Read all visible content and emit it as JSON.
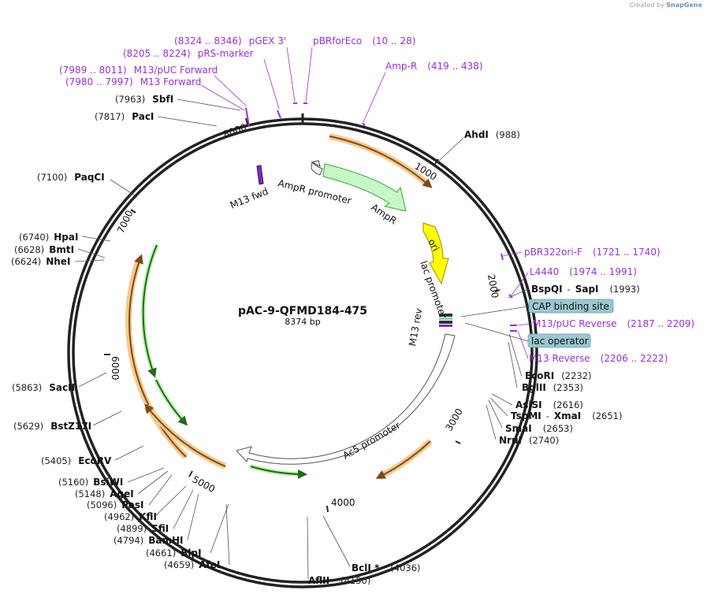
{
  "credit": {
    "prefix": "Created by",
    "brand": "SnapGene"
  },
  "plasmid": {
    "name": "pAC-9-QFMD184-475",
    "size": "8374 bp"
  },
  "ticks": [
    "1000",
    "2000",
    "3000",
    "4000",
    "5000",
    "6000",
    "7000",
    "8000"
  ],
  "features": {
    "m13_fwd": "M13 fwd",
    "ampr_promoter": "AmpR promoter",
    "ampr": "AmpR",
    "ori": "ori",
    "lac_promoter": "lac promoter",
    "m13_rev": "M13 rev",
    "ac5_promoter": "Ac5 promoter"
  },
  "sites": {
    "ahdi": {
      "name": "AhdI",
      "pos": "(988)"
    },
    "bspqi": {
      "name": "BspQI",
      "sep": "-",
      "name2": "SapI",
      "pos": "(1993)"
    },
    "ecori": {
      "name": "EcoRI",
      "pos": "(2232)"
    },
    "bglii": {
      "name": "BglII",
      "pos": "(2353)"
    },
    "asisi": {
      "name": "AsiSI",
      "pos": "(2616)"
    },
    "tspmi": {
      "name": "TspMI",
      "sep": "-",
      "name2": "XmaI",
      "pos": "(2651)"
    },
    "smai": {
      "name": "SmaI",
      "pos": "(2653)"
    },
    "nrui": {
      "name": "NruI",
      "pos": "(2740)"
    },
    "bcli": {
      "name": "BclI *",
      "pos": "(4036)"
    },
    "aflii": {
      "name": "AflII",
      "pos": "(4150)"
    },
    "afei": {
      "name": "AfeI",
      "pos": "(4659)"
    },
    "blpi": {
      "name": "BlpI",
      "pos": "(4661)"
    },
    "bamhi": {
      "name": "BamHI",
      "pos": "(4794)"
    },
    "sfii": {
      "name": "SfiI",
      "pos": "(4899)"
    },
    "kfli": {
      "name": "KflI",
      "pos": "(4962)"
    },
    "pasi": {
      "name": "PasI",
      "pos": "(5096)"
    },
    "agei": {
      "name": "AgeI",
      "pos": "(5148)"
    },
    "bsiwi": {
      "name": "BsiWI",
      "pos": "(5160)"
    },
    "ecorv": {
      "name": "EcoRV",
      "pos": "(5405)"
    },
    "bstz17i": {
      "name": "BstZ17I",
      "pos": "(5629)"
    },
    "sacii": {
      "name": "SacII",
      "pos": "(5863)"
    },
    "nhei": {
      "name": "NheI",
      "pos": "(6624)"
    },
    "bmti": {
      "name": "BmtI",
      "pos": "(6628)"
    },
    "hpai": {
      "name": "HpaI",
      "pos": "(6740)"
    },
    "paqci": {
      "name": "PaqCI",
      "pos": "(7100)"
    },
    "paci": {
      "name": "PacI",
      "pos": "(7817)"
    },
    "sbfi": {
      "name": "SbfI",
      "pos": "(7963)"
    }
  },
  "primers": {
    "pgex3": {
      "range": "(8324 .. 8346)",
      "name": "pGEX 3'"
    },
    "pbrforeco": {
      "name": "pBRforEco",
      "range": "(10 .. 28)"
    },
    "rsmarker": {
      "range": "(8205 .. 8224)",
      "name": "pRS-marker"
    },
    "ampr_primer": {
      "name": "Amp-R",
      "range": "(419 .. 438)"
    },
    "m13puc_fwd": {
      "range": "(7989 .. 8011)",
      "name": "M13/pUC Forward"
    },
    "m13_forward": {
      "range": "(7980 .. 7997)",
      "name": "M13 Forward"
    },
    "pbr322ori": {
      "name": "pBR322ori-F",
      "range": "(1721 .. 1740)"
    },
    "l4440": {
      "name": "L4440",
      "range": "(1974 .. 1991)"
    },
    "m13puc_rev": {
      "name": "M13/pUC Reverse",
      "range": "(2187 .. 2209)"
    },
    "m13_reverse": {
      "name": "M13 Reverse",
      "range": "(2206 .. 2222)"
    }
  },
  "boxes": {
    "cap": "CAP binding site",
    "lacop": "lac operator"
  },
  "colors": {
    "backbone": "#222222",
    "primer": "#9b30d9",
    "ampr_fill": "#c8f7c8",
    "ori_fill": "#ffff00",
    "orange_orf": "#f7c98b",
    "green_orf": "#2e8b22",
    "box_fill": "#9ac7d0"
  }
}
